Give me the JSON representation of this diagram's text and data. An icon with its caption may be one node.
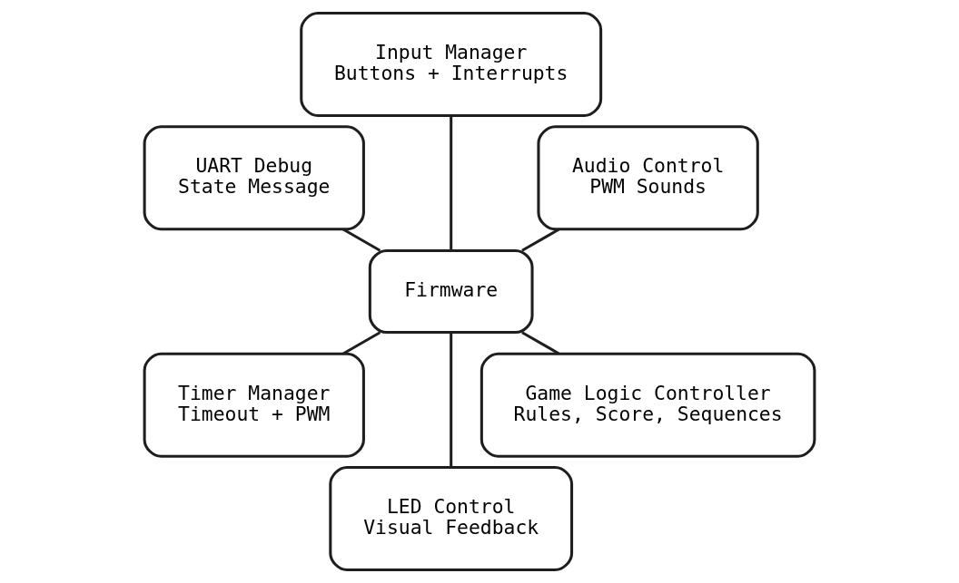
{
  "diagram": {
    "nodes": [
      {
        "text": [
          "Audio Control",
          "PWM Sounds"
        ]
      },
      {
        "text": [
          "Input Manager",
          "Buttons + Interrupts"
        ]
      },
      {
        "text": [
          "UART Debug",
          "State Message"
        ]
      },
      {
        "text": [
          "Firmware"
        ]
      },
      {
        "text": [
          "Timer Manager",
          "Timeout + PWM"
        ]
      },
      {
        "text": [
          "LED Control",
          "Visual Feedback"
        ]
      },
      {
        "text": [
          "Game Logic Controller",
          "Rules, Score, Sequences"
        ]
      }
    ],
    "edges": [
      {
        "from": 3,
        "to": 0,
        "arrow": "none"
      },
      {
        "from": 3,
        "to": 1,
        "arrow": "none"
      },
      {
        "from": 3,
        "to": 2,
        "arrow": "none"
      },
      {
        "from": 3,
        "to": 4,
        "arrow": "none"
      },
      {
        "from": 3,
        "to": 5,
        "arrow": "none"
      },
      {
        "from": 3,
        "to": 6,
        "arrow": "none"
      }
    ]
  }
}
